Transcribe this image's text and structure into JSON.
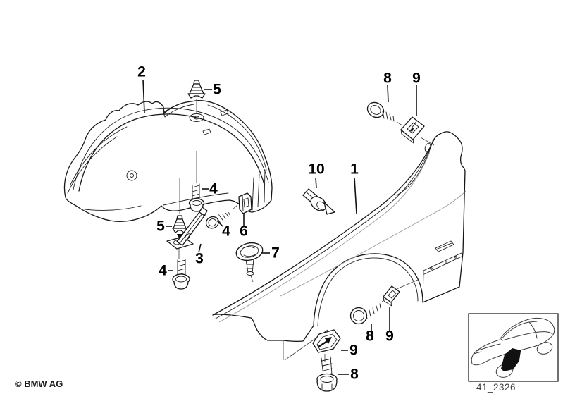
{
  "copyright": "© BMW AG",
  "inset": {
    "code": "41_2326"
  },
  "callouts": [
    {
      "part": "2",
      "label": "2"
    },
    {
      "part": "5",
      "label": "5"
    },
    {
      "part": "4",
      "label": "4"
    },
    {
      "part": "5",
      "label": "5"
    },
    {
      "part": "4",
      "label": "4"
    },
    {
      "part": "6",
      "label": "6"
    },
    {
      "part": "3",
      "label": "3"
    },
    {
      "part": "4",
      "label": "4"
    },
    {
      "part": "7",
      "label": "7"
    },
    {
      "part": "10",
      "label": "10"
    },
    {
      "part": "1",
      "label": "1"
    },
    {
      "part": "8",
      "label": "8"
    },
    {
      "part": "9",
      "label": "9"
    },
    {
      "part": "8",
      "label": "8"
    },
    {
      "part": "9",
      "label": "9"
    },
    {
      "part": "9",
      "label": "9"
    },
    {
      "part": "8",
      "label": "8"
    }
  ],
  "colors": {
    "line": "#151515",
    "faint": "#9a9a9a",
    "background": "#ffffff",
    "highlight": "#000000",
    "code_text": "#3d3d3d"
  }
}
